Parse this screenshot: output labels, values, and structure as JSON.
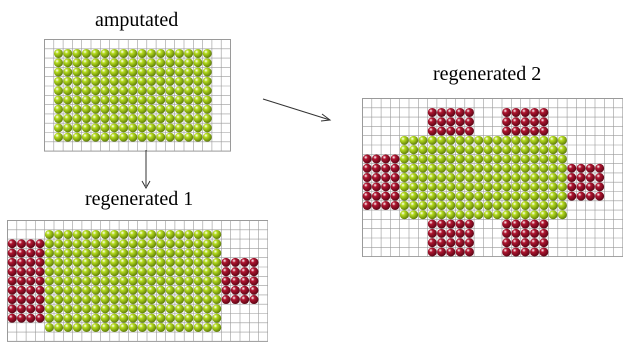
{
  "labels": {
    "amputated": "amputated",
    "regenerated1": "regenerated 1",
    "regenerated2": "regenerated 2"
  },
  "colors": {
    "green": "#b5dc1e",
    "green_dark": "#5e7d08",
    "red": "#b01530",
    "red_dark": "#5c0616",
    "grid": "#9a9a9a",
    "arrow": "#333333"
  },
  "panels": {
    "amputated": {
      "cols": 20,
      "rows": 12,
      "green_cols": [
        1,
        17
      ],
      "green_rows": [
        1,
        10
      ],
      "red": []
    },
    "regenerated1": {
      "cols": 28,
      "rows": 13,
      "green_cols": [
        4,
        22
      ],
      "green_rows": [
        1,
        11
      ],
      "red": [
        {
          "cols": [
            0,
            3
          ],
          "rows": [
            2,
            10
          ]
        },
        {
          "cols": [
            23,
            26
          ],
          "rows": [
            4,
            8
          ]
        }
      ]
    },
    "regenerated2": {
      "cols": 28,
      "rows": 17,
      "green_cols": [
        4,
        21
      ],
      "green_rows": [
        4,
        12
      ],
      "red": [
        {
          "cols": [
            0,
            3
          ],
          "rows": [
            6,
            11
          ]
        },
        {
          "cols": [
            22,
            25
          ],
          "rows": [
            7,
            10
          ]
        },
        {
          "cols": [
            7,
            11
          ],
          "rows": [
            1,
            5
          ]
        },
        {
          "cols": [
            15,
            19
          ],
          "rows": [
            1,
            5
          ]
        },
        {
          "cols": [
            7,
            11
          ],
          "rows": [
            11,
            16
          ]
        },
        {
          "cols": [
            15,
            19
          ],
          "rows": [
            11,
            16
          ]
        }
      ]
    }
  }
}
